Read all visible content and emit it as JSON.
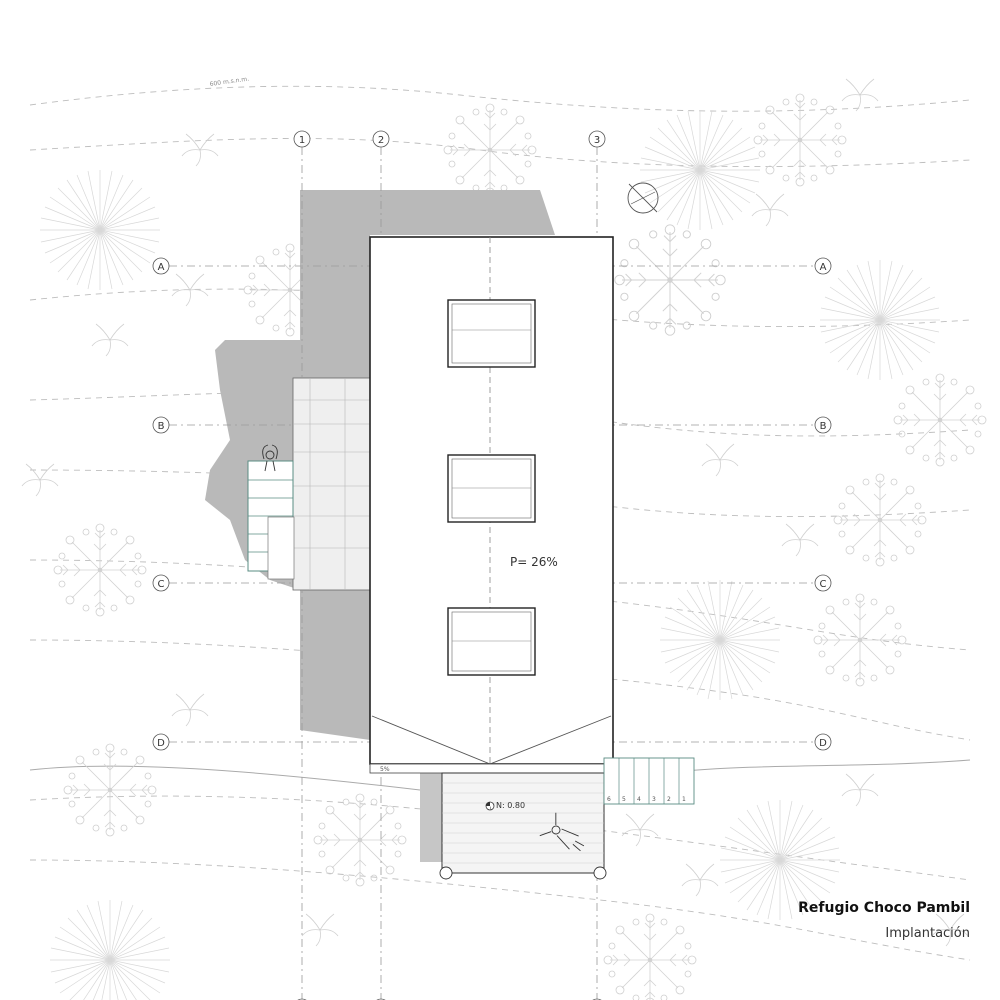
{
  "title_block": {
    "project": "Refugio Choco Pambil",
    "drawing": "Implantación"
  },
  "grid": {
    "columns": [
      "1",
      "2",
      "3"
    ],
    "rows": [
      "A",
      "B",
      "C",
      "D"
    ]
  },
  "annotations": {
    "slope": "P= 26%",
    "level": "N: 0.80",
    "contour": "600 m.s.n.m.",
    "ramp": "5%"
  },
  "stair_steps": [
    "6",
    "5",
    "4",
    "3",
    "2",
    "1"
  ],
  "icons": [
    "north-arrow-icon",
    "person-icon",
    "tree-icon",
    "level-marker-icon"
  ]
}
